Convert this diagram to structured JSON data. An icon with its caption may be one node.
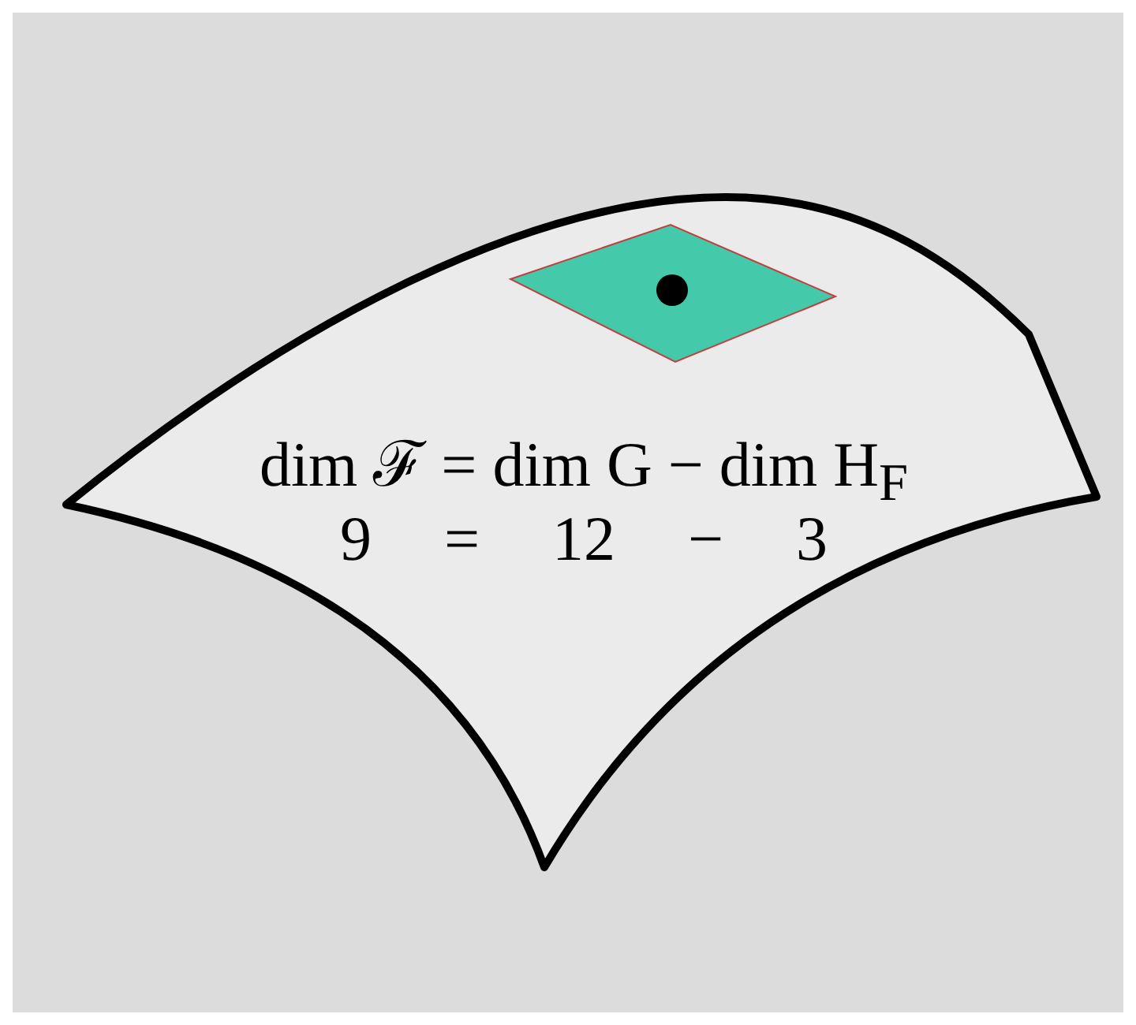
{
  "diagram": {
    "nodes": [
      {
        "text": [
          "dim ℱ = dim G − dim H$_{F}$",
          "9 = 12 − 3"
        ]
      },
      {
        "text": [],
        "shape": "diamond",
        "in": 0
      }
    ]
  }
}
